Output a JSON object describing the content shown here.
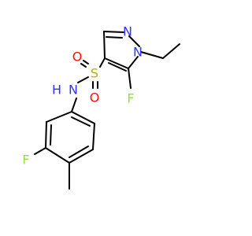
{
  "colors": {
    "bond": "#000000",
    "N": "#3333ff",
    "O": "#ff0d0d",
    "S": "#b2b200",
    "F": "#90e050"
  },
  "atoms": {
    "n1": {
      "symbol": "N",
      "label": "N",
      "color_key": "N"
    },
    "n2": {
      "symbol": "N",
      "label": "N",
      "color_key": "N"
    },
    "s": {
      "symbol": "S",
      "label": "S",
      "color_key": "S"
    },
    "o1": {
      "symbol": "O",
      "label": "O",
      "color_key": "O"
    },
    "o2": {
      "symbol": "O",
      "label": "O",
      "color_key": "O"
    },
    "nh": {
      "symbol": "N",
      "label": "N",
      "color_key": "N"
    },
    "h": {
      "symbol": "H",
      "label": "H",
      "color_key": "N"
    },
    "f1": {
      "symbol": "F",
      "label": "F",
      "color_key": "F"
    },
    "f2": {
      "symbol": "F",
      "label": "F",
      "color_key": "F"
    }
  }
}
